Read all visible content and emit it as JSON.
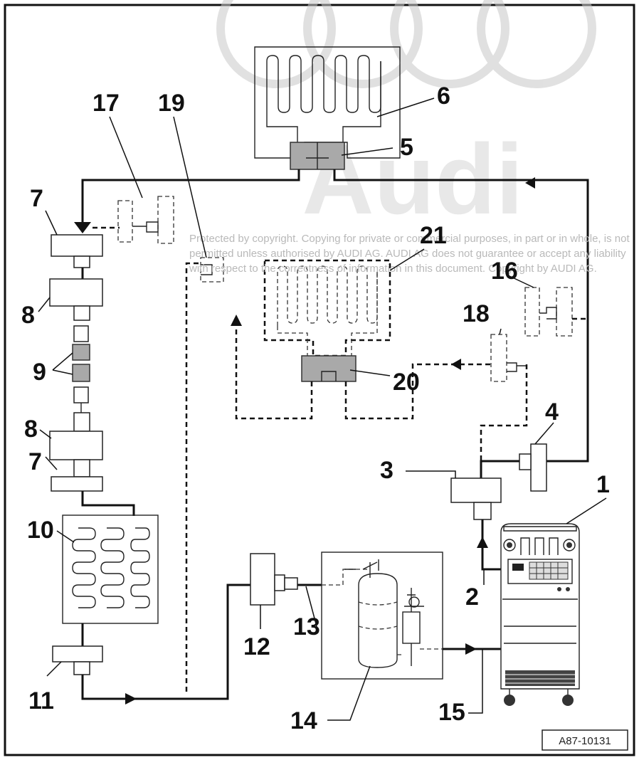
{
  "figure": {
    "reference_code": "A87-10131",
    "watermark": {
      "brand": "Audi",
      "notice_line_1": "Protected by copyright. Copying for private or commercial purposes, in part or in whole, is not",
      "notice_line_2": "permitted unless authorised by AUDI AG. AUDI AG does not guarantee or accept any liability",
      "notice_line_3": "with respect to the correctness of information in this document. Copyright by AUDI AG."
    },
    "callouts": [
      {
        "id": "1",
        "label": "1"
      },
      {
        "id": "2",
        "label": "2"
      },
      {
        "id": "3",
        "label": "3"
      },
      {
        "id": "4",
        "label": "4"
      },
      {
        "id": "5",
        "label": "5"
      },
      {
        "id": "6",
        "label": "6"
      },
      {
        "id": "7a",
        "label": "7"
      },
      {
        "id": "7b",
        "label": "7"
      },
      {
        "id": "8a",
        "label": "8"
      },
      {
        "id": "8b",
        "label": "8"
      },
      {
        "id": "9",
        "label": "9"
      },
      {
        "id": "10",
        "label": "10"
      },
      {
        "id": "11",
        "label": "11"
      },
      {
        "id": "12",
        "label": "12"
      },
      {
        "id": "13",
        "label": "13"
      },
      {
        "id": "14",
        "label": "14"
      },
      {
        "id": "15",
        "label": "15"
      },
      {
        "id": "16",
        "label": "16"
      },
      {
        "id": "17",
        "label": "17"
      },
      {
        "id": "18",
        "label": "18"
      },
      {
        "id": "19",
        "label": "19"
      },
      {
        "id": "20",
        "label": "20"
      },
      {
        "id": "21",
        "label": "21"
      }
    ]
  }
}
